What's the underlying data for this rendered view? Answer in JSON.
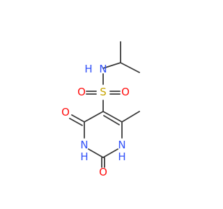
{
  "molecule": {
    "colors": {
      "bond": "#3a3a3a",
      "nitrogen": "#3050f8",
      "oxygen": "#ff0d0d",
      "sulfur": "#c7a400"
    },
    "atoms": {
      "n_sulfonamide": "N",
      "h_sulfonamide": "H",
      "s_sulfonyl": "S",
      "o_sulfonyl_left": "O",
      "o_sulfonyl_right": "O",
      "o_carbonyl_top": "O",
      "o_carbonyl_bottom": "O",
      "n_ring_left": "N",
      "h_ring_left": "H",
      "n_ring_right": "N",
      "h_ring_right": "H"
    }
  }
}
